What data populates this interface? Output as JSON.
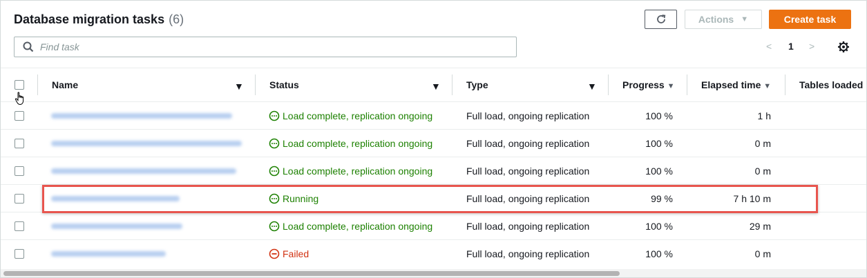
{
  "header": {
    "title": "Database migration tasks",
    "count": "(6)",
    "actions_label": "Actions",
    "create_label": "Create task"
  },
  "search": {
    "placeholder": "Find task"
  },
  "pagination": {
    "prev": "<",
    "current": "1",
    "next": ">"
  },
  "columns": {
    "name": "Name",
    "status": "Status",
    "type": "Type",
    "progress": "Progress",
    "elapsed": "Elapsed time",
    "tables_loaded": "Tables loaded"
  },
  "rows": [
    {
      "status": "Load complete, replication ongoing",
      "status_kind": "ok",
      "type": "Full load, ongoing replication",
      "progress": "100 %",
      "elapsed": "1 h"
    },
    {
      "status": "Load complete, replication ongoing",
      "status_kind": "ok",
      "type": "Full load, ongoing replication",
      "progress": "100 %",
      "elapsed": "0 m"
    },
    {
      "status": "Load complete, replication ongoing",
      "status_kind": "ok",
      "type": "Full load, ongoing replication",
      "progress": "100 %",
      "elapsed": "0 m"
    },
    {
      "status": "Running",
      "status_kind": "ok",
      "type": "Full load, ongoing replication",
      "progress": "99 %",
      "elapsed": "7 h 10 m"
    },
    {
      "status": "Load complete, replication ongoing",
      "status_kind": "ok",
      "type": "Full load, ongoing replication",
      "progress": "100 %",
      "elapsed": "29 m"
    },
    {
      "status": "Failed",
      "status_kind": "fail",
      "type": "Full load, ongoing replication",
      "progress": "100 %",
      "elapsed": "0 m"
    }
  ],
  "colors": {
    "success": "#1d8102",
    "error": "#d13212",
    "primary": "#ec7211",
    "highlight": "#e8554e"
  }
}
